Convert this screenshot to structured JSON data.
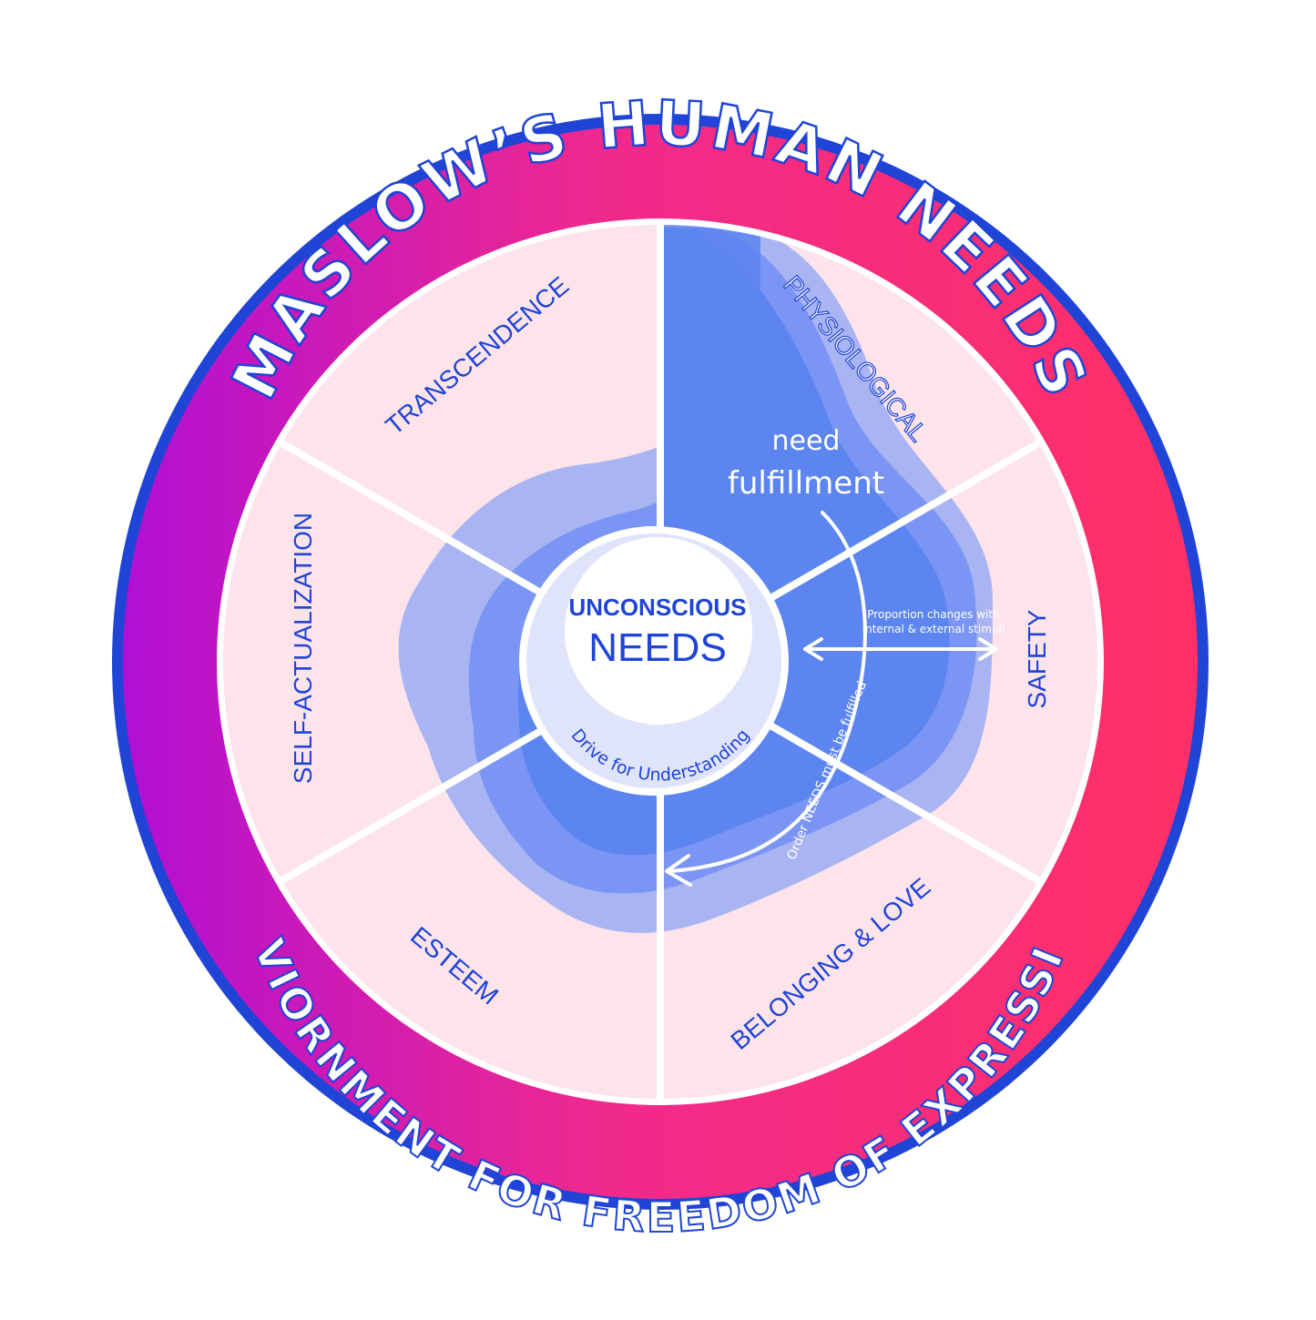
{
  "ring": {
    "top_title": "MASLOW’S HUMAN NEEDS",
    "bottom_title": "ENVIORNMENT FOR FREEDOM OF EXPRESSION",
    "gradient_left": "#b10fd4",
    "gradient_right": "#ff3066",
    "border_color": "#1f44d6"
  },
  "segments": [
    {
      "label": "PHYSIOLOGICAL"
    },
    {
      "label": "SAFETY"
    },
    {
      "label": "BELONGING & LOVE"
    },
    {
      "label": "ESTEEM"
    },
    {
      "label": "SELF-ACTUALIZATION"
    },
    {
      "label": "TRANSCENDENCE"
    }
  ],
  "center": {
    "title": "UNCONSCIOUS",
    "subtitle": "NEEDS",
    "arc_text": "Drive for Understanding"
  },
  "annotations": {
    "fulfillment_line1": "need",
    "fulfillment_line2": "fulfillment",
    "proportion_line1": "Proportion changes with",
    "proportion_line2": "internal & external stimuli",
    "order_text": "Order NEEDS must be fulfilled"
  },
  "colors": {
    "segment_fill": "#fde4ea",
    "label_color": "#1f44d6",
    "blob_light": "#a9b4f2",
    "blob_mid": "#6f8ff5",
    "blob_dark": "#5a86f2",
    "divider": "#ffffff"
  }
}
